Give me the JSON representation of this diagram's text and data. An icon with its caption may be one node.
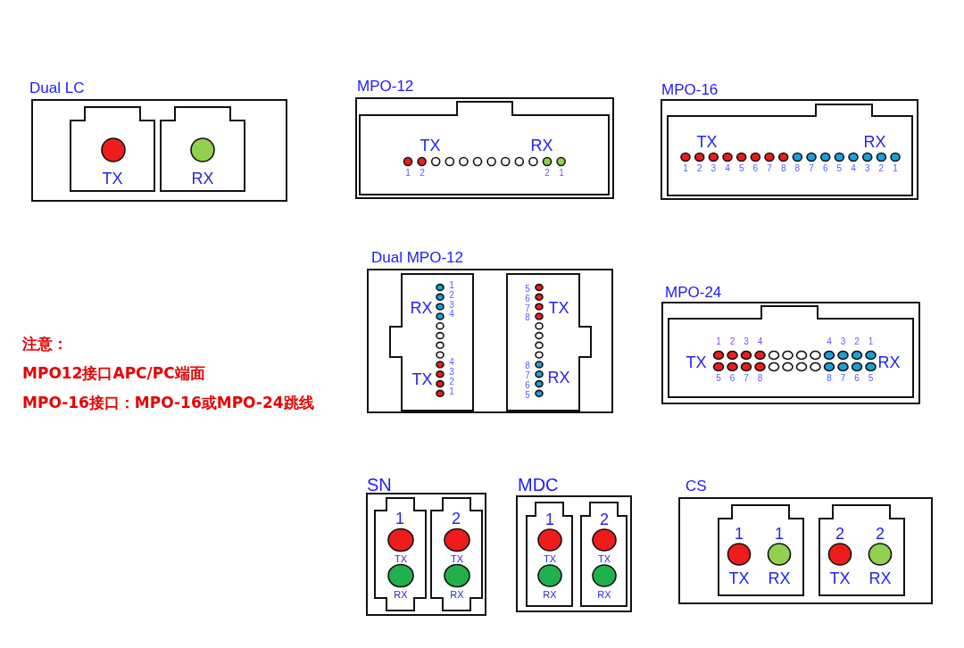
{
  "diagram": {
    "nodes": [
      {
        "text": [
          "Dual LC"
        ]
      },
      {
        "text": [
          "TX"
        ],
        "in": 0
      },
      {
        "text": [
          "RX"
        ],
        "in": 0
      },
      {
        "text": [
          "MPO-12"
        ]
      },
      {
        "text": [
          "TX",
          "RX",
          "1",
          "2",
          "2",
          "1"
        ],
        "in": 3
      },
      {
        "text": [
          "MPO-16"
        ]
      },
      {
        "text": [
          "TX",
          "RX",
          "1",
          "2",
          "3",
          "4",
          "5",
          "6",
          "7",
          "8",
          "8",
          "7",
          "6",
          "5",
          "4",
          "3",
          "2",
          "1"
        ],
        "in": 5
      },
      {
        "text": [
          "Dual MPO-12"
        ]
      },
      {
        "text": [
          "RX",
          "TX",
          "1",
          "2",
          "3",
          "4",
          "4",
          "3",
          "2",
          "1"
        ],
        "in": 7
      },
      {
        "text": [
          "TX",
          "RX",
          "5",
          "6",
          "7",
          "8",
          "8",
          "7",
          "6",
          "5"
        ],
        "in": 7
      },
      {
        "text": [
          "MPO-24"
        ]
      },
      {
        "text": [
          "1",
          "2",
          "3",
          "4",
          "4",
          "3",
          "2",
          "1",
          "TX",
          "RX",
          "5",
          "6",
          "7",
          "8",
          "8",
          "7",
          "6",
          "5"
        ],
        "in": 10
      },
      {
        "text": [
          "SN"
        ]
      },
      {
        "text": [
          "1",
          "TX",
          "RX"
        ],
        "in": 12
      },
      {
        "text": [
          "2",
          "TX",
          "RX"
        ],
        "in": 12
      },
      {
        "text": [
          "MDC"
        ]
      },
      {
        "text": [
          "1",
          "TX",
          "RX"
        ],
        "in": 15
      },
      {
        "text": [
          "2",
          "TX",
          "RX"
        ],
        "in": 15
      },
      {
        "text": [
          "CS"
        ]
      },
      {
        "text": [
          "1",
          "1",
          "TX",
          "RX"
        ],
        "in": 18
      },
      {
        "text": [
          "2",
          "2",
          "TX",
          "RX"
        ],
        "in": 18
      }
    ],
    "labels": [
      "注意：",
      "MPO12接口APC/PC端面",
      "MPO-16接口：MPO-16或MPO-24跳线"
    ]
  }
}
